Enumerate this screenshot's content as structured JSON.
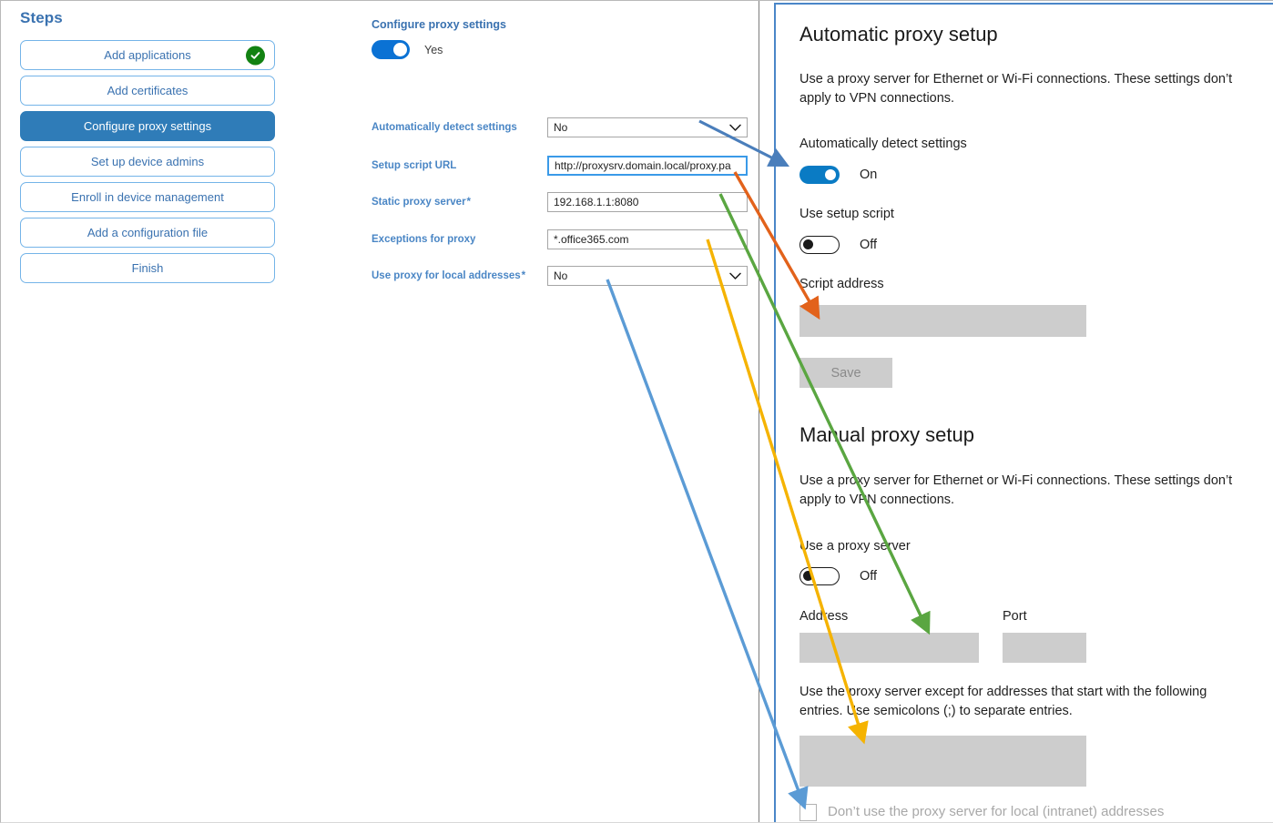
{
  "steps_panel": {
    "title": "Steps",
    "items": [
      {
        "label": "Add applications",
        "state": "completed",
        "icon": "check-circle-icon"
      },
      {
        "label": "Add certificates",
        "state": "default"
      },
      {
        "label": "Configure proxy settings",
        "state": "active"
      },
      {
        "label": "Set up device admins",
        "state": "default"
      },
      {
        "label": "Enroll in device management",
        "state": "default"
      },
      {
        "label": "Add a configuration file",
        "state": "default"
      },
      {
        "label": "Finish",
        "state": "default"
      }
    ]
  },
  "form_panel": {
    "heading": "Configure proxy settings",
    "enable_toggle": {
      "state": "on",
      "label": "Yes"
    },
    "fields": [
      {
        "label": "Automatically detect settings",
        "required": false,
        "control": "select",
        "value": "No",
        "focused": false
      },
      {
        "label": "Setup script URL",
        "required": false,
        "control": "text",
        "value": "http://proxysrv.domain.local/proxy.pa",
        "focused": true
      },
      {
        "label": "Static proxy server",
        "required": true,
        "control": "text",
        "value": "192.168.1.1:8080",
        "focused": false
      },
      {
        "label": "Exceptions for proxy",
        "required": false,
        "control": "text",
        "value": "*.office365.com",
        "focused": false
      },
      {
        "label": "Use proxy for local addresses",
        "required": true,
        "control": "select",
        "value": "No",
        "focused": false
      }
    ]
  },
  "windows_panel": {
    "automatic": {
      "heading": "Automatic proxy setup",
      "description": "Use a proxy server for Ethernet or Wi-Fi connections. These settings don’t apply to VPN connections.",
      "detect_label": "Automatically detect settings",
      "detect_state": "On",
      "script_toggle_label": "Use setup script",
      "script_toggle_state": "Off",
      "script_address_label": "Script address",
      "script_address_value": "",
      "save_label": "Save"
    },
    "manual": {
      "heading": "Manual proxy setup",
      "description": "Use a proxy server for Ethernet or Wi-Fi connections. These settings don’t apply to VPN connections.",
      "use_proxy_label": "Use a proxy server",
      "use_proxy_state": "Off",
      "address_label": "Address",
      "address_value": "",
      "port_label": "Port",
      "port_value": "",
      "exceptions_description": "Use the proxy server except for addresses that start with the following entries. Use semicolons (;) to separate entries.",
      "exceptions_value": "",
      "local_checkbox_label": "Don’t use the proxy server for local (intranet) addresses",
      "local_checkbox_checked": false
    }
  },
  "annotations": {
    "arrows": [
      {
        "name": "arrow-auto-detect",
        "color": "#4a7ebb",
        "from_label": "Automatically detect settings dropdown",
        "to_label": "Automatically detect settings toggle"
      },
      {
        "name": "arrow-setup-script",
        "color": "#e2621b",
        "from_label": "Setup script URL field",
        "to_label": "Script address box"
      },
      {
        "name": "arrow-static-proxy",
        "color": "#5aa641",
        "from_label": "Static proxy server field",
        "to_label": "Address box"
      },
      {
        "name": "arrow-exceptions",
        "color": "#f5b301",
        "from_label": "Exceptions for proxy field",
        "to_label": "Exceptions box"
      },
      {
        "name": "arrow-local-addresses",
        "color": "#5b9bd5",
        "from_label": "Use proxy for local addresses dropdown",
        "to_label": "Local intranet addresses checkbox"
      }
    ]
  }
}
